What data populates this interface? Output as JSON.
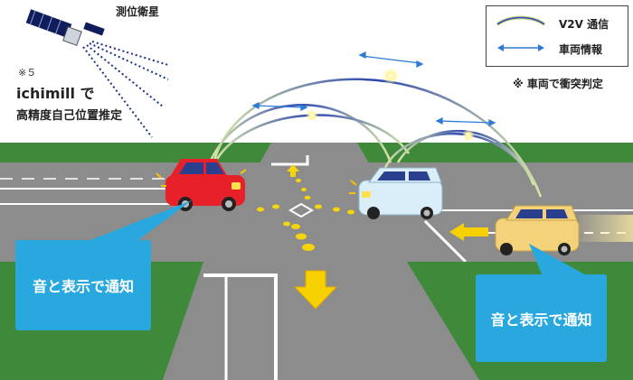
{
  "satellite": {
    "label": "測位衛星",
    "icon": "satellite-icon"
  },
  "note": {
    "mark": "※５",
    "system": "ichimill で",
    "function": "高精度自己位置推定"
  },
  "legend": {
    "items": [
      {
        "label": "V2V 通信",
        "icon": "v2v-wave-icon"
      },
      {
        "label": "車両情報",
        "icon": "double-arrow-icon"
      }
    ]
  },
  "judgement_note": "※ 車両で衝突判定",
  "notifications": {
    "left": "音と表示で通知",
    "right": "音と表示で通知"
  },
  "vehicles": [
    {
      "name": "red-car",
      "color": "#e8202a"
    },
    {
      "name": "white-car",
      "color": "#d9eef8"
    },
    {
      "name": "yellow-car",
      "color": "#f3d27a"
    }
  ],
  "colors": {
    "grass": "#3f8a3a",
    "road": "#8c8c8c",
    "callout": "#29a8e0",
    "arrow": "#f7d000",
    "comm_arc": "#2b3fa0"
  }
}
